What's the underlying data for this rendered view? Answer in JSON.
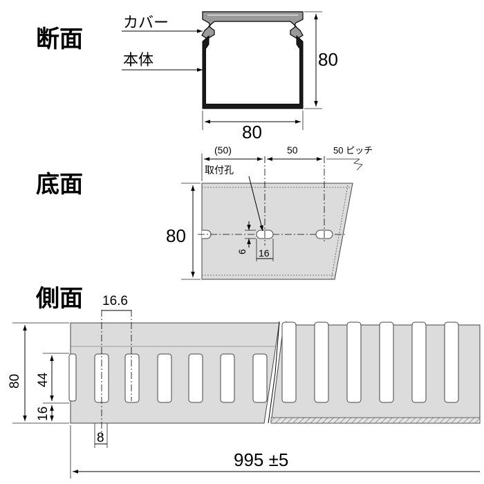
{
  "sections": {
    "cross_section": "断面",
    "bottom": "底面",
    "side": "側面"
  },
  "cross_section": {
    "cover_label": "カバー",
    "body_label": "本体",
    "height": "80",
    "width": "80"
  },
  "bottom": {
    "pitch_first": "(50)",
    "pitch_second": "50",
    "pitch_note": "50 ピッチ",
    "hole_label": "取付孔",
    "width": "80",
    "hole_width": "6",
    "hole_length": "16"
  },
  "side": {
    "slot_pitch": "16.6",
    "height": "80",
    "slot_height": "44",
    "base_height": "16",
    "slot_width": "8",
    "length": "995 ±5"
  },
  "colors": {
    "part_fill": "#dcdcdc",
    "line": "#000000"
  }
}
